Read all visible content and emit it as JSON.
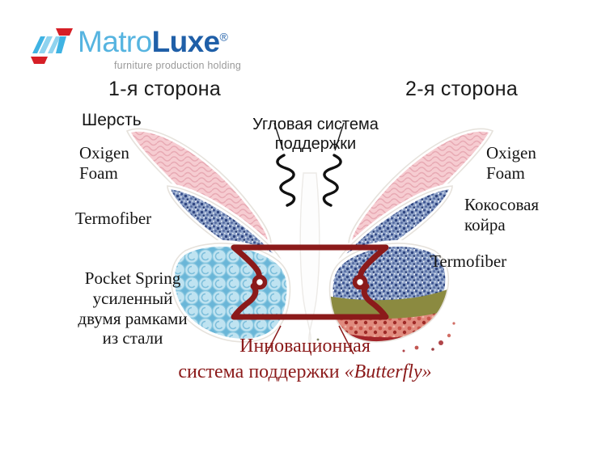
{
  "brand": {
    "name_part1": "Matro",
    "name_part2": "Luxe",
    "registered": "®",
    "tagline": "furniture production holding",
    "mark_icon": "matroluxe-logo-icon",
    "color_light": "#56b4e0",
    "color_dark": "#1f5fa8",
    "color_red": "#d61f26"
  },
  "headings": {
    "left": "1-я сторона",
    "right": "2-я сторона"
  },
  "labels": {
    "wool": "Шерсть",
    "oxigen_foam_left_1": "Oxigen",
    "oxigen_foam_left_2": "Foam",
    "termofiber_left": "Termofiber",
    "pocket_spring_1": "Pocket  Spring",
    "pocket_spring_2": "усиленный",
    "pocket_spring_3": "двумя  рамками",
    "pocket_spring_4": "из  стали",
    "corner_support_1": "Угловая  система",
    "corner_support_2": "поддержки",
    "oxigen_foam_right_1": "Oxigen",
    "oxigen_foam_right_2": "Foam",
    "coconut_1": "Кокосовая",
    "coconut_2": "койра",
    "termofiber_right": "Termofiber"
  },
  "caption": {
    "line1": "Инновационная",
    "line2_pre": "система  поддержки ",
    "line2_brand": "«Butterfly»",
    "color": "#8b1a1a"
  },
  "diagram": {
    "name": "butterfly-mattress-layers-diagram",
    "center_symbol": "butterfly-spring-icon",
    "corner_symbol": "corner-spring-icon",
    "layers": {
      "wool_color": "#d9cdb6",
      "foam_color": "#f3c6cb",
      "termofiber_color": "#7f93bf",
      "coconut_color": "#9a6434",
      "pocket_spring_color": "#9fd2e8",
      "olive_color": "#8b8a40",
      "salmon_color": "#e0897c",
      "outline_color": "#ffffff"
    }
  }
}
